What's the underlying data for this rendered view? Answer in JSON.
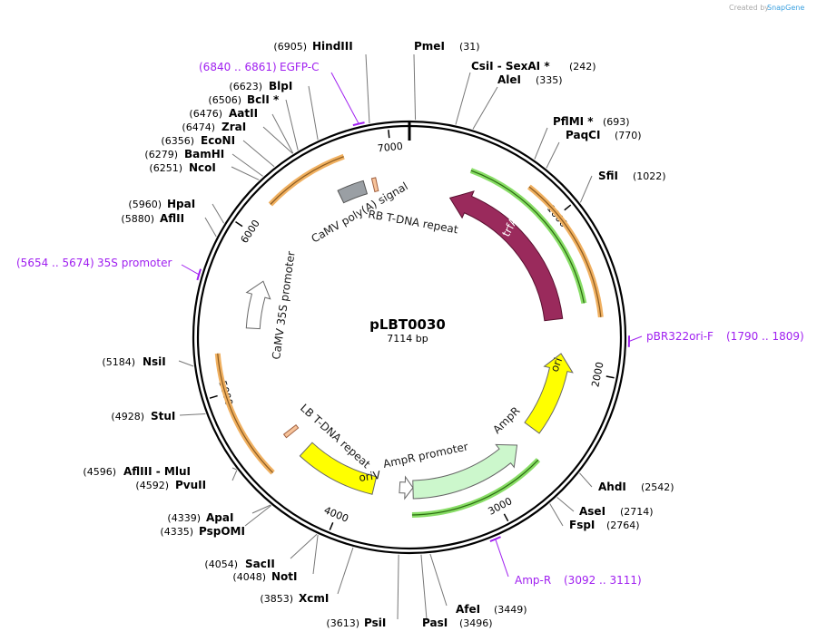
{
  "plasmid": {
    "name": "pLBT0030",
    "size_label": "7114 bp",
    "total_bp": 7114
  },
  "credit": {
    "created_by": "Created by",
    "brand": "SnapGene"
  },
  "ticks": [
    "1000",
    "2000",
    "3000",
    "4000",
    "5000",
    "6000",
    "7000"
  ],
  "tick_values": [
    1000,
    2000,
    3000,
    4000,
    5000,
    6000,
    7000
  ],
  "sites": [
    {
      "name": "PmeI",
      "pos": "(31)",
      "bp": 31
    },
    {
      "name": "CsiI  - SexAI *",
      "pos": "(242)",
      "bp": 242
    },
    {
      "name": "AleI",
      "pos": "(335)",
      "bp": 335
    },
    {
      "name": "PflMI *",
      "pos": "(693)",
      "bp": 693
    },
    {
      "name": "PaqCI",
      "pos": "(770)",
      "bp": 770
    },
    {
      "name": "SfiI",
      "pos": "(1022)",
      "bp": 1022
    },
    {
      "name": "AhdI",
      "pos": "(2542)",
      "bp": 2542
    },
    {
      "name": "AseI",
      "pos": "(2714)",
      "bp": 2714
    },
    {
      "name": "FspI",
      "pos": "(2764)",
      "bp": 2764
    },
    {
      "name": "AfeI",
      "pos": "(3449)",
      "bp": 3449
    },
    {
      "name": "PasI",
      "pos": "(3496)",
      "bp": 3496
    },
    {
      "name": "PsiI",
      "pos": "(3613)",
      "bp": 3613
    },
    {
      "name": "XcmI",
      "pos": "(3853)",
      "bp": 3853
    },
    {
      "name": "NotI",
      "pos": "(4048)",
      "bp": 4048
    },
    {
      "name": "SacII",
      "pos": "(4054)",
      "bp": 4054
    },
    {
      "name": "PspOMI",
      "pos": "(4335)",
      "bp": 4335
    },
    {
      "name": "ApaI",
      "pos": "(4339)",
      "bp": 4339
    },
    {
      "name": "PvuII",
      "pos": "(4592)",
      "bp": 4592
    },
    {
      "name": "AflIII  - MluI",
      "pos": "(4596)",
      "bp": 4596
    },
    {
      "name": "StuI",
      "pos": "(4928)",
      "bp": 4928
    },
    {
      "name": "NsiI",
      "pos": "(5184)",
      "bp": 5184
    },
    {
      "name": "AflII",
      "pos": "(5880)",
      "bp": 5880
    },
    {
      "name": "HpaI",
      "pos": "(5960)",
      "bp": 5960
    },
    {
      "name": "NcoI",
      "pos": "(6251)",
      "bp": 6251
    },
    {
      "name": "BamHI",
      "pos": "(6279)",
      "bp": 6279
    },
    {
      "name": "EcoNI",
      "pos": "(6356)",
      "bp": 6356
    },
    {
      "name": "ZraI",
      "pos": "(6474)",
      "bp": 6474
    },
    {
      "name": "AatII",
      "pos": "(6476)",
      "bp": 6476
    },
    {
      "name": "BclI *",
      "pos": "(6506)",
      "bp": 6506
    },
    {
      "name": "BlpI",
      "pos": "(6623)",
      "bp": 6623
    },
    {
      "name": "HindIII",
      "pos": "(6905)",
      "bp": 6905
    }
  ],
  "primers": [
    {
      "name": "EGFP-C",
      "range": "(6840 .. 6861)",
      "start": 6840,
      "end": 6861
    },
    {
      "name": "35S promoter",
      "range": "(5654 .. 5674)",
      "start": 5654,
      "end": 5674
    },
    {
      "name": "pBR322ori-F",
      "range": "(1790 .. 1809)",
      "start": 1790,
      "end": 1809
    },
    {
      "name": "Amp-R",
      "range": "(3092 .. 3111)",
      "start": 3092,
      "end": 3111
    }
  ],
  "features": [
    {
      "label": "trfA",
      "start": 320,
      "end": 1640,
      "color": "#9a2a5c"
    },
    {
      "label": "ori",
      "start": 1900,
      "end": 2500,
      "color": "#ffff00"
    },
    {
      "label": "AmpR",
      "start": 2670,
      "end": 3530,
      "color": "#ccf7cc"
    },
    {
      "label": "AmpR promoter",
      "start": 3530,
      "end": 3630,
      "color": "#ffffff"
    },
    {
      "label": "oriV",
      "start": 3820,
      "end": 4400,
      "color": "#ffff00"
    },
    {
      "label": "LB T-DNA repeat",
      "start": 4560,
      "end": 4590,
      "color": "#f7c39a"
    },
    {
      "label": "CaMV 35S promoter",
      "start": 5400,
      "end": 5750,
      "color": "#ffffff"
    },
    {
      "label": "CaMV poly(A) signal",
      "start": 6600,
      "end": 6790,
      "color": "#9a9fa4"
    },
    {
      "label": "RB T-DNA repeat",
      "start": 6850,
      "end": 6878,
      "color": "#f7c39a"
    }
  ],
  "colors": {
    "orange_arc": "#f0b060",
    "green_arc": "#88dd66",
    "primer": "#a020f0",
    "backbone": "#000000"
  }
}
